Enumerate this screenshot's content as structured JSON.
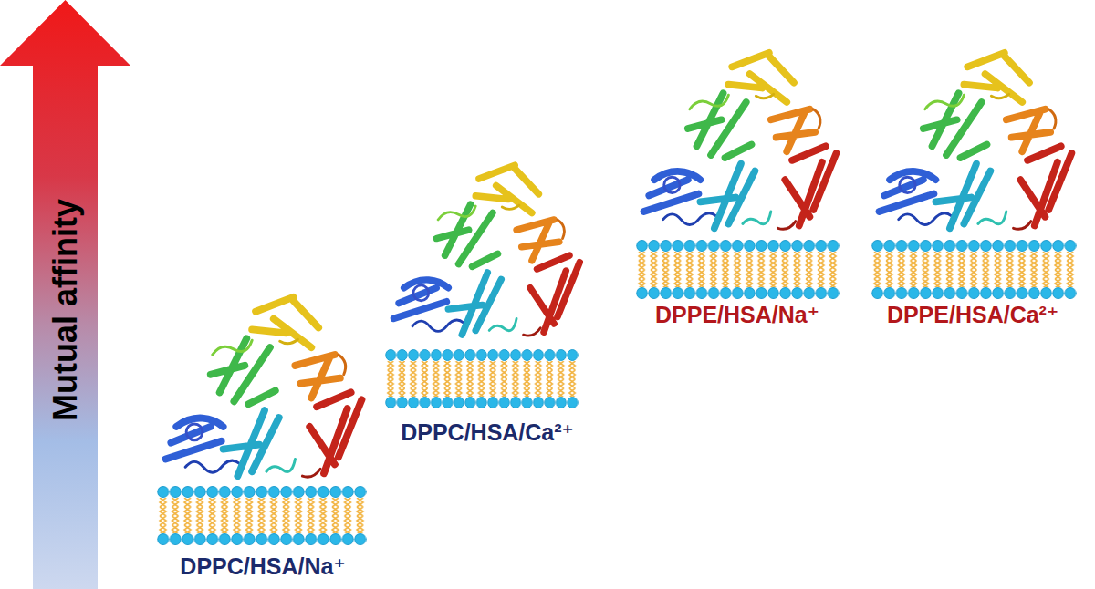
{
  "diagram": {
    "nodes": [
      {
        "text": [
          "Mutual affinity"
        ]
      }
    ],
    "labels": [
      "DPPC/HSA/Na⁺",
      "DPPC/HSA/Ca²⁺",
      "DPPE/HSA/Na⁺",
      "DPPE/HSA/Ca²⁺"
    ]
  }
}
